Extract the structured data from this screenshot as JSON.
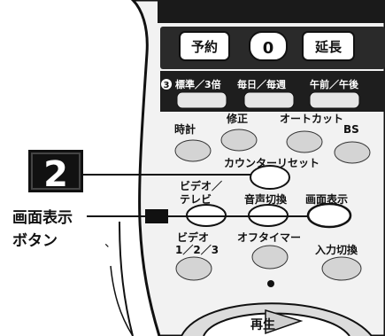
{
  "step_badge": {
    "number": "2"
  },
  "callout": {
    "line1": "画面表示",
    "line2": "ボタン",
    "stray_mark": "、"
  },
  "remote": {
    "row1": {
      "reserve": "予約",
      "zero": "0",
      "extend": "延長"
    },
    "row2": {
      "circle_num": "3",
      "std": "標準／3倍",
      "daily": "毎日／毎週",
      "ampm": "午前／午後"
    },
    "row3": {
      "clock": "時計",
      "edit": "修正",
      "autocut": "オートカット",
      "bs": "BS"
    },
    "counter_reset": "カウンターリセット",
    "row4": {
      "video_tv_1": "ビデオ／",
      "video_tv_2": "テレビ",
      "audio": "音声切換",
      "display": "画面表示"
    },
    "row5": {
      "video123_1": "ビデオ",
      "video123_2": "1／2／3",
      "offtimer": "オフタイマー",
      "input": "入力切換"
    },
    "play": "再生"
  }
}
